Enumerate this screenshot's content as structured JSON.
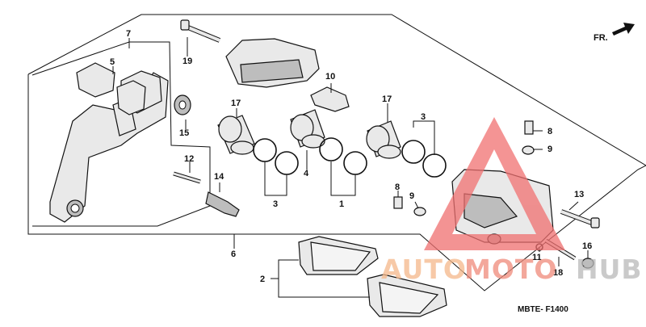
{
  "diagram": {
    "code": "MBTE- F1400",
    "direction_label": "FR.",
    "callouts": {
      "c1": "1",
      "c2": "2",
      "c3a": "3",
      "c3b": "3",
      "c5": "5",
      "c6": "6",
      "c7": "7",
      "c8a": "8",
      "c8b": "8",
      "c9a": "9",
      "c9b": "9",
      "c10": "10",
      "c11": "11",
      "c12": "12",
      "c13": "13",
      "c14": "14",
      "c15": "15",
      "c16": "16",
      "c17a": "17",
      "c17b": "17",
      "c18": "18",
      "c19": "19",
      "c4": "4"
    }
  },
  "watermark": {
    "word_a": "AUTO",
    "word_b": "MOTO",
    "word_c": "HUB",
    "color_a": "#f5b88a",
    "color_b": "#f08a7a",
    "color_c": "#b9b9b9",
    "triangle_color": "#f07070"
  }
}
